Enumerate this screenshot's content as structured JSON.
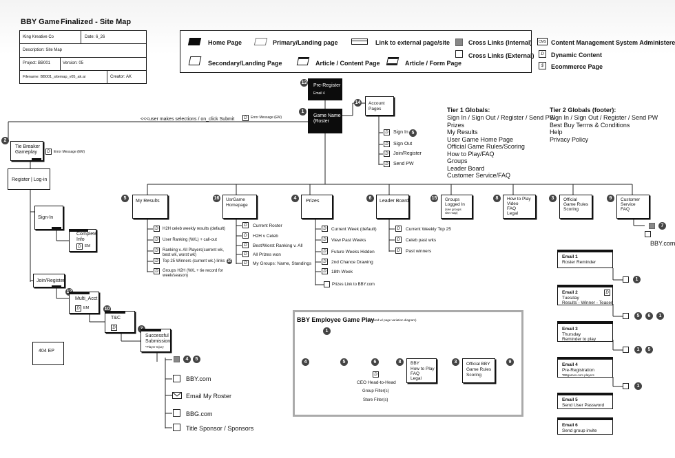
{
  "header": {
    "app": "BBY Game",
    "title": "Finalized - Site Map",
    "company": "King Kreative Co",
    "date": "Date: 6_26",
    "description": "Description: Site Map",
    "project": "Project: BB001",
    "version": "Version: 05",
    "filename": "Filename: BB001_sitemap_v05_ak.ai",
    "creator": "Creator: AK"
  },
  "legend": {
    "home": "Home Page",
    "primary": "Primary/Landing page",
    "external": "Link to external page/site",
    "cross_internal": "Cross Links (Internal)",
    "cross_external": "Cross Links (External)",
    "cms": "Content Management System Administered",
    "cms_glyph": "CMS",
    "dynamic": "Dynamic Content",
    "ecommerce": "Ecommerce Page",
    "secondary": "Secondary/Landing Page",
    "article_content": "Article / Content Page",
    "article_form": "Article / Form Page",
    "dyn_glyph": "D",
    "ecom_glyph": "$"
  },
  "globals": {
    "tier1_title": "Tier 1 Globals:",
    "tier1_items": [
      "Sign In / Sign Out / Register / Send PW",
      "Prizes",
      "My Results",
      "User Game Home Page",
      "Official Game Rules/Scoring",
      "How to Play/FAQ",
      "Groups",
      "Leader Board",
      "Customer Service/FAQ"
    ],
    "tier2_title": "Tier 2 Globals (footer):",
    "tier2_items": [
      "Sign In / Sign Out / Register / Send PW",
      "Best Buy Terms & Conditions",
      "Help",
      "Privacy Policy"
    ]
  },
  "top": {
    "pre_register": "Pre-Register",
    "email4": "Email 4",
    "game_name_1": "Game Name",
    "game_name_2": "(Roster",
    "account_pages_1": "Account",
    "account_pages_2": "Pages",
    "selections_note": "<<<user makes selections / on_click Submit",
    "error_message_em": "Error Message (EM)",
    "account_items": [
      "Sign In",
      "Sign Out",
      "Join/Register",
      "Send PW"
    ],
    "num_13": "13",
    "num_1": "1",
    "num_14": "14",
    "num_5": "5"
  },
  "left": {
    "tie_breaker_1": "Tie Breaker",
    "tie_breaker_2": "Gameplay",
    "error_message_em": "Error Message (EM)",
    "register_login": "Register  |  Log-in",
    "sign_in": "Sign-In",
    "complete_info_1": "Complete",
    "complete_info_2": "Info",
    "em": "EM",
    "join_register": "Join/Register",
    "multi_acct": "Multi_Acct",
    "tc": "T&C",
    "successful_1": "Successful",
    "successful_2": "Submission",
    "successful_3": "*Player Injury",
    "e404": "404 EP",
    "num_2": "2",
    "num_12": "12",
    "num_10": "10",
    "num_7": "7",
    "num_4": "4",
    "num_5": "5",
    "links": [
      "BBY.com",
      "Email My Roster",
      "BBG.com",
      "Title Sponsor / Sponsors"
    ]
  },
  "sections": {
    "my_results": {
      "num": "5",
      "title": "My Results",
      "items": [
        "H2H celeb weekly results (default)",
        "User Ranking (W/L) + call-out",
        "Ranking v. All Players(current wk, best wk, worst wk)",
        "Top 25 Winners (current wk.) links",
        "Groups H2H (W/L + tie record for week/season)"
      ],
      "badge": "16"
    },
    "usrgame": {
      "num": "16",
      "title_1": "UsrGame",
      "title_2": "Homepage",
      "items": [
        "Current Roster",
        "H2H v Celeb",
        "Best/Worst Ranking v. All",
        "All Prizes won",
        "My Groups: Name, Standings"
      ]
    },
    "prizes": {
      "num": "4",
      "title": "Prizes",
      "items": [
        "Current Week (default)",
        "View Past Weeks",
        "Future Weeks Hidden",
        "2nd Chance Drawing",
        "18th Week",
        "Prizes Link to BBY.com"
      ]
    },
    "leader": {
      "num": "6",
      "title": "Leader Board",
      "items": [
        "Current Weekly Top 25",
        "Celeb past wks",
        "Past winners"
      ]
    },
    "groups": {
      "num": "15",
      "title_1": "Groups",
      "title_2": "Logged In",
      "title_3": "(see groups",
      "title_4": "site map)"
    },
    "howto": {
      "num": "8",
      "title_1": "How to Play",
      "title_2": "Video",
      "title_3": "FAQ",
      "title_4": "Legal"
    },
    "rules": {
      "num": "3",
      "title_1": "Official",
      "title_2": "Game Rules",
      "title_3": "Scoring"
    },
    "service": {
      "num": "9",
      "title_1": "Customer",
      "title_2": "Service",
      "title_3": "FAQ",
      "num_7": "7",
      "bby": "BBY.com"
    }
  },
  "employee": {
    "title": "BBY Employee Game Play",
    "subtitle": "(mirrored w/ page variation diagram)",
    "nodes": [
      "1",
      "4",
      "5",
      "6",
      "8",
      "3",
      "9"
    ],
    "ceo": "CEO Head-to-Head",
    "group_filter": "Group Filter(s)",
    "store_filter": "Store Filter(s)",
    "bby_1": "BBY",
    "bby_2": "How to Play",
    "bby_3": "FAQ",
    "bby_4": "Legal",
    "off_1": "Official BBY",
    "off_2": "Game Rules",
    "off_3": "Scoring"
  },
  "emails": [
    {
      "title": "Email 1",
      "lines": [
        "Roster Reminder"
      ],
      "nums": [
        "1"
      ]
    },
    {
      "title": "Email 2",
      "lines": [
        "Tuesday",
        "Results - Winner - Teaser"
      ],
      "nums": [
        "5",
        "6",
        "1"
      ]
    },
    {
      "title": "Email 3",
      "lines": [
        "Thursday",
        "Reminder to play"
      ],
      "nums": [
        "1",
        "5"
      ]
    },
    {
      "title": "Email 4",
      "lines": [
        "Pre-Registration",
        "*BBgames.com players"
      ],
      "nums": [
        "1"
      ]
    },
    {
      "title": "Email 5",
      "lines": [
        "Send User Password"
      ],
      "nums": []
    },
    {
      "title": "Email 6",
      "lines": [
        "Send group invite"
      ],
      "nums": []
    }
  ]
}
